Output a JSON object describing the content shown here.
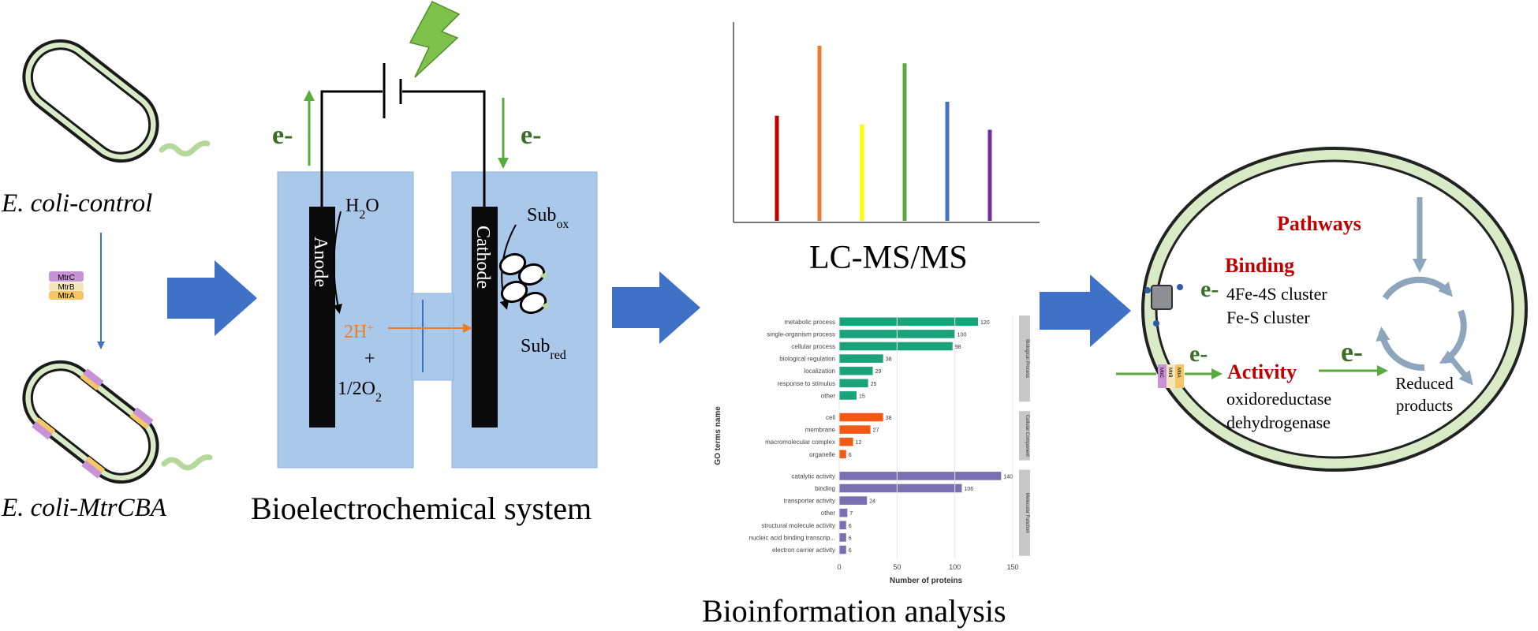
{
  "colors": {
    "cell_outline": "#1a1a1a",
    "cell_fill": "#d8ebc6",
    "tail": "#b4d99a",
    "electron_green": "#5aab3d",
    "chamber_blue": "#a9c8ea",
    "electrode": "#0a0a0a",
    "bolt": "#7fc24b",
    "big_arrow": "#3f72c6",
    "proton_arrow": "#ef7d22",
    "label_red": "#c00000",
    "cycle_arrow": "#8ea6bd",
    "mtrC": "#c892d6",
    "mtrB": "#f5e7ba",
    "mtrA": "#f7c765",
    "bar_bio": "#1aa37a",
    "bar_cell": "#f05a14",
    "bar_mol": "#7b6fb3"
  },
  "panel1": {
    "control_label": "E. coli-control",
    "mtrcba_label": "E. coli-MtrCBA",
    "gene_labels": [
      "MtrC",
      "MtrB",
      "MtrA"
    ]
  },
  "bes": {
    "electron_left": "e-",
    "electron_right": "e-",
    "anode": "Anode",
    "cathode": "Cathode",
    "water_main": "H",
    "water_sub": "2",
    "water_tail": "O",
    "proton_main": "2H",
    "proton_sup": "+",
    "plus": "+",
    "oxygen_main": "1/2O",
    "oxygen_sub": "2",
    "subox_main": "Sub",
    "subox_sub": "ox",
    "subred_main": "Sub",
    "subred_sub": "red",
    "caption": "Bioelectrochemical system"
  },
  "lcms": {
    "label": "LC-MS/MS",
    "peaks": [
      {
        "color": "#c00000",
        "value": 0.6
      },
      {
        "color": "#ed7d31",
        "value": 1.0
      },
      {
        "color": "#ffff00",
        "value": 0.55
      },
      {
        "color": "#5aab3d",
        "value": 0.9
      },
      {
        "color": "#4472c4",
        "value": 0.68
      },
      {
        "color": "#7030a0",
        "value": 0.52
      }
    ]
  },
  "bioinfo": {
    "caption": "Bioinformation analysis",
    "y_title": "GO terms name",
    "x_title": "Number of proteins",
    "xlim": [
      0,
      150
    ],
    "x_ticks": [
      "0",
      "50",
      "100",
      "150"
    ],
    "groups": [
      {
        "name": "Biological Process",
        "color": "#1aa37a",
        "rows": [
          {
            "label": "metabolic process",
            "value": 120,
            "text": "120"
          },
          {
            "label": "single-organism process",
            "value": 100,
            "text": "100"
          },
          {
            "label": "cellular process",
            "value": 98,
            "text": "98"
          },
          {
            "label": "biological regulation",
            "value": 38,
            "text": "38"
          },
          {
            "label": "localization",
            "value": 29,
            "text": "29"
          },
          {
            "label": "response to stimulus",
            "value": 25,
            "text": "25"
          },
          {
            "label": "other",
            "value": 15,
            "text": "15"
          }
        ]
      },
      {
        "name": "Cellular Component",
        "color": "#f05a14",
        "rows": [
          {
            "label": "cell",
            "value": 38,
            "text": "38"
          },
          {
            "label": "membrane",
            "value": 27,
            "text": "27"
          },
          {
            "label": "macromolecular complex",
            "value": 12,
            "text": "12"
          },
          {
            "label": "organelle",
            "value": 6,
            "text": "6"
          }
        ]
      },
      {
        "name": "Molecular Function",
        "color": "#7b6fb3",
        "rows": [
          {
            "label": "catalytic activity",
            "value": 140,
            "text": "140"
          },
          {
            "label": "binding",
            "value": 106,
            "text": "106"
          },
          {
            "label": "transporter activity",
            "value": 24,
            "text": "24"
          },
          {
            "label": "other",
            "value": 7,
            "text": "7"
          },
          {
            "label": "structural molecule activity",
            "value": 6,
            "text": "6"
          },
          {
            "label": "nucleic acid binding transcrip...",
            "value": 6,
            "text": "6"
          },
          {
            "label": "electron carrier activity",
            "value": 6,
            "text": "6"
          }
        ]
      }
    ]
  },
  "cell": {
    "pathways": "Pathways",
    "binding": "Binding",
    "binding_items": [
      "4Fe-4S cluster",
      "Fe-S cluster"
    ],
    "activity": "Activity",
    "activity_items": [
      "oxidoreductase",
      "dehydrogenase"
    ],
    "reduced_lines": [
      "Reduced",
      "products"
    ],
    "electron_1": "e-",
    "electron_2": "e-",
    "electron_3": "e-",
    "gene_labels": [
      "MtrC",
      "MtrB",
      "MtrA"
    ]
  }
}
